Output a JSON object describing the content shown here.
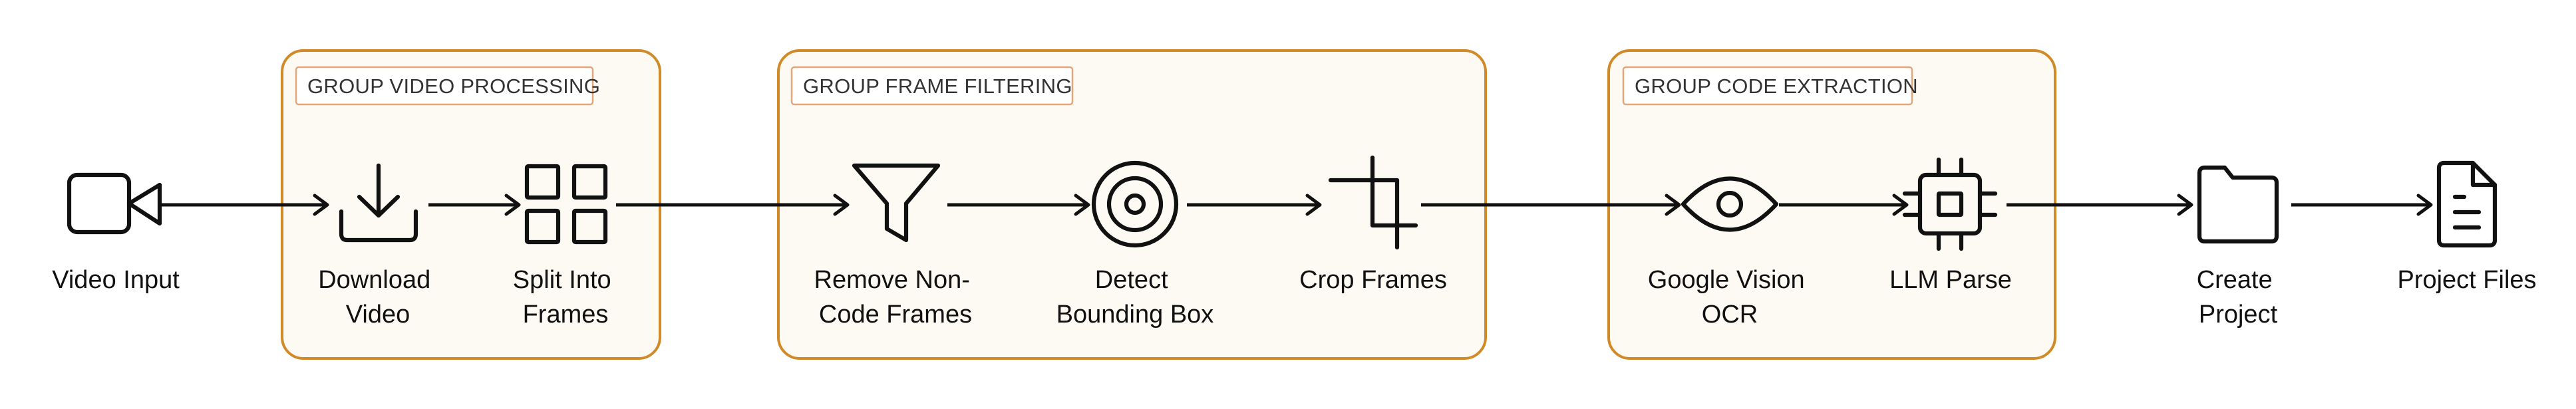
{
  "diagram": {
    "groups": [
      {
        "id": "video_processing",
        "label": "GROUP VIDEO PROCESSING"
      },
      {
        "id": "frame_filtering",
        "label": "GROUP FRAME FILTERING"
      },
      {
        "id": "code_extraction",
        "label": "GROUP CODE EXTRACTION"
      }
    ],
    "nodes": [
      {
        "id": "video_input",
        "icon": "video-camera-icon",
        "label_lines": [
          "Video Input"
        ]
      },
      {
        "id": "download_video",
        "icon": "download-icon",
        "label_lines": [
          "Download",
          "Video"
        ]
      },
      {
        "id": "split_frames",
        "icon": "grid-icon",
        "label_lines": [
          "Split Into",
          "Frames"
        ]
      },
      {
        "id": "remove_frames",
        "icon": "funnel-icon",
        "label_lines": [
          "Remove Non-",
          "Code Frames"
        ]
      },
      {
        "id": "detect_box",
        "icon": "target-icon",
        "label_lines": [
          "Detect",
          "Bounding Box"
        ]
      },
      {
        "id": "crop_frames",
        "icon": "crop-icon",
        "label_lines": [
          "Crop Frames"
        ]
      },
      {
        "id": "google_ocr",
        "icon": "eye-icon",
        "label_lines": [
          "Google Vision",
          "OCR"
        ]
      },
      {
        "id": "llm_parse",
        "icon": "cpu-chip-icon",
        "label_lines": [
          "LLM Parse"
        ]
      },
      {
        "id": "create_project",
        "icon": "folder-icon",
        "label_lines": [
          "Create",
          "Project"
        ]
      },
      {
        "id": "project_files",
        "icon": "document-icon",
        "label_lines": [
          "Project Files"
        ]
      }
    ],
    "edges": [
      {
        "from": "video_input",
        "to": "download_video"
      },
      {
        "from": "download_video",
        "to": "split_frames"
      },
      {
        "from": "split_frames",
        "to": "remove_frames"
      },
      {
        "from": "remove_frames",
        "to": "detect_box"
      },
      {
        "from": "detect_box",
        "to": "crop_frames"
      },
      {
        "from": "crop_frames",
        "to": "google_ocr"
      },
      {
        "from": "google_ocr",
        "to": "llm_parse"
      },
      {
        "from": "llm_parse",
        "to": "create_project"
      },
      {
        "from": "create_project",
        "to": "project_files"
      }
    ]
  },
  "colors": {
    "group_border": "#D08A27",
    "group_fill": "#FCFAF3",
    "group_label_border": "#E3A57A",
    "stroke": "#111111"
  }
}
